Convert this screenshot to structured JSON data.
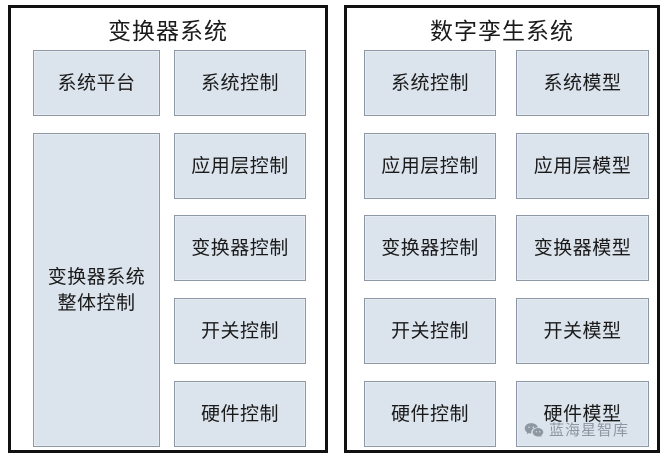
{
  "diagram": {
    "type": "block-diagram",
    "panels": [
      {
        "id": "converter-system",
        "title": "变换器系统",
        "columns": [
          {
            "id": "platform-column",
            "blocks": [
              {
                "label": "系统平台",
                "span": 1
              },
              {
                "label": "变换器系统\n整体控制",
                "span": 4
              }
            ]
          },
          {
            "id": "control-column",
            "blocks": [
              {
                "label": "系统控制",
                "span": 1
              },
              {
                "label": "应用层控制",
                "span": 1
              },
              {
                "label": "变换器控制",
                "span": 1
              },
              {
                "label": "开关控制",
                "span": 1
              },
              {
                "label": "硬件控制",
                "span": 1
              }
            ]
          }
        ]
      },
      {
        "id": "digital-twin-system",
        "title": "数字孪生系统",
        "columns": [
          {
            "id": "control-column",
            "blocks": [
              {
                "label": "系统控制",
                "span": 1
              },
              {
                "label": "应用层控制",
                "span": 1
              },
              {
                "label": "变换器控制",
                "span": 1
              },
              {
                "label": "开关控制",
                "span": 1
              },
              {
                "label": "硬件控制",
                "span": 1
              }
            ]
          },
          {
            "id": "model-column",
            "blocks": [
              {
                "label": "系统模型",
                "span": 1
              },
              {
                "label": "应用层模型",
                "span": 1
              },
              {
                "label": "变换器模型",
                "span": 1
              },
              {
                "label": "开关模型",
                "span": 1
              },
              {
                "label": "硬件模型",
                "span": 1
              }
            ]
          }
        ]
      }
    ]
  },
  "watermark": {
    "icon": "wechat-icon",
    "text": "蓝海星智库"
  },
  "colors": {
    "block_fill": "#dbe3ec",
    "block_border": "#8c98a6",
    "panel_border": "#111111",
    "text": "#1a1a1a",
    "watermark_text": "#6f7b86",
    "background": "#ffffff"
  }
}
